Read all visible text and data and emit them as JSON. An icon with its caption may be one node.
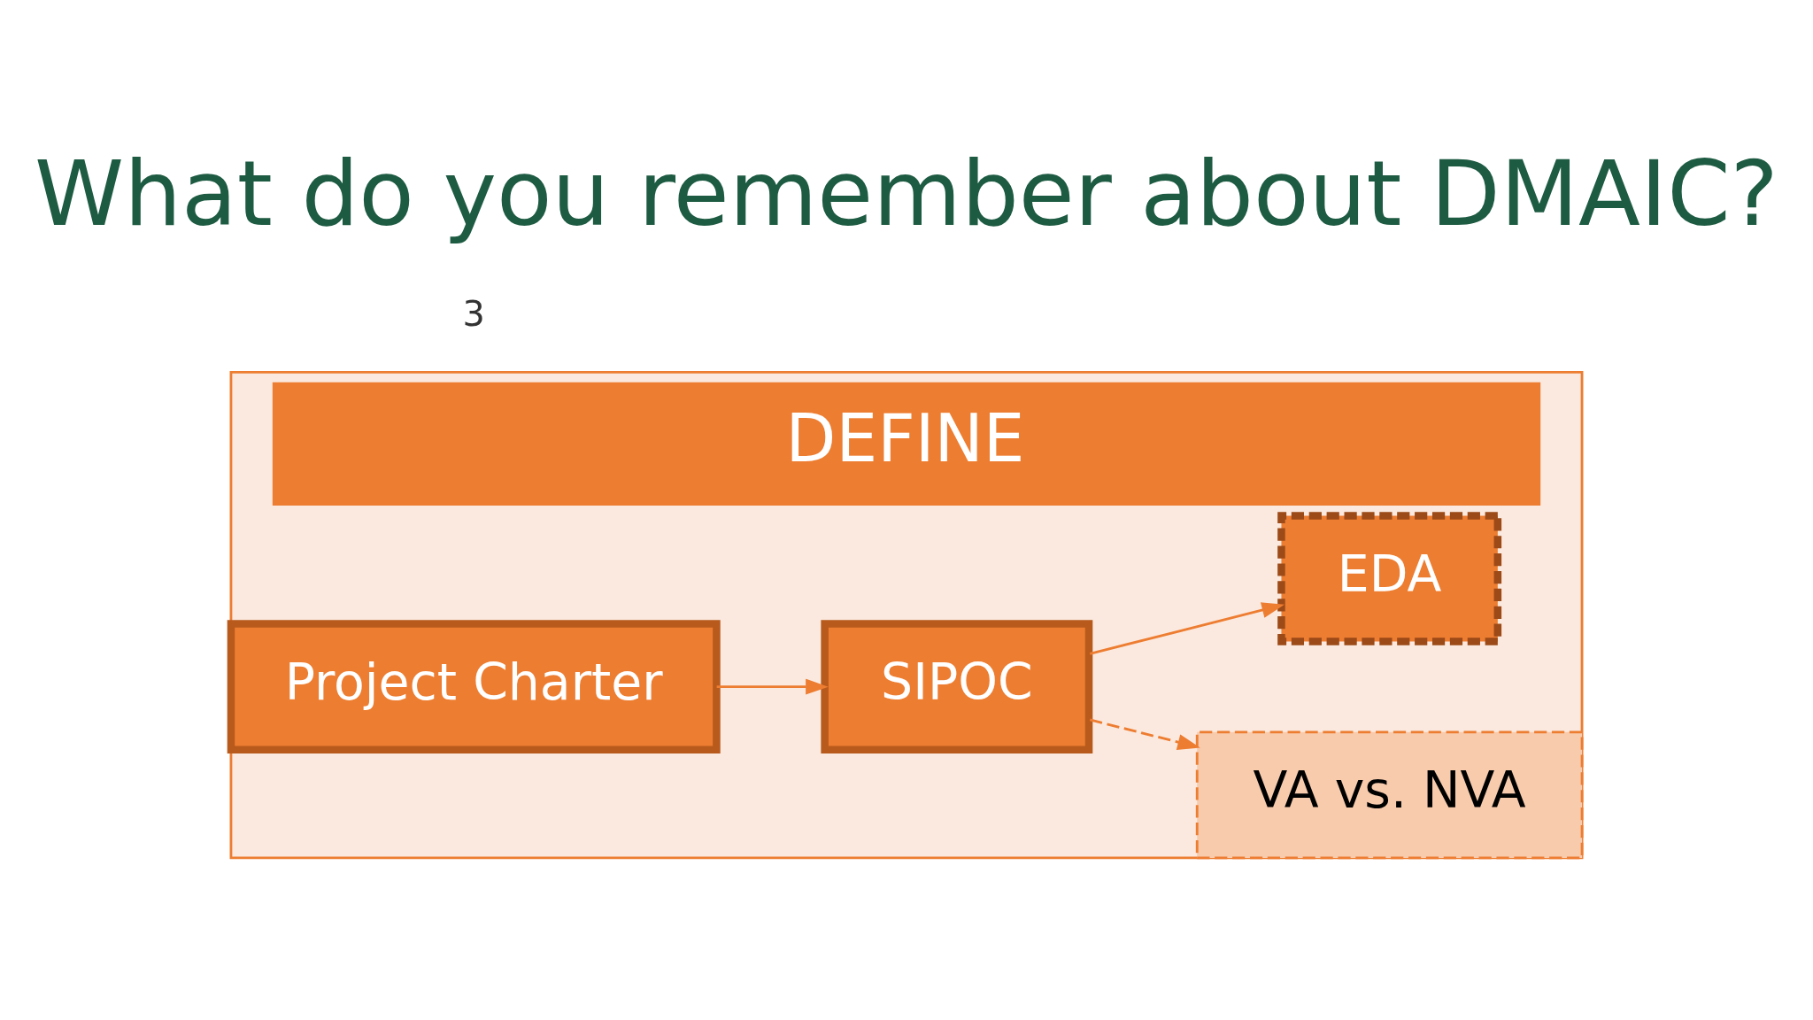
{
  "diagram": {
    "title": "What do you remember about DMAIC?",
    "nodes": [
      {
        "text": [
          "DEFINE"
        ]
      },
      {
        "text": [
          "Project Charter"
        ],
        "in": 0
      },
      {
        "text": [
          "SIPOC"
        ],
        "in": 0
      },
      {
        "text": [
          "VA vs. NVA"
        ],
        "in": 0
      },
      {
        "text": [
          "EDA"
        ],
        "in": 0
      }
    ],
    "edges": [
      {
        "from": 1,
        "to": 2,
        "arrow": "to"
      },
      {
        "from": 2,
        "to": 3,
        "arrow": "to",
        "style": "dashed"
      },
      {
        "from": 2,
        "to": 4,
        "arrow": "to"
      }
    ],
    "labels": [
      "3"
    ]
  }
}
